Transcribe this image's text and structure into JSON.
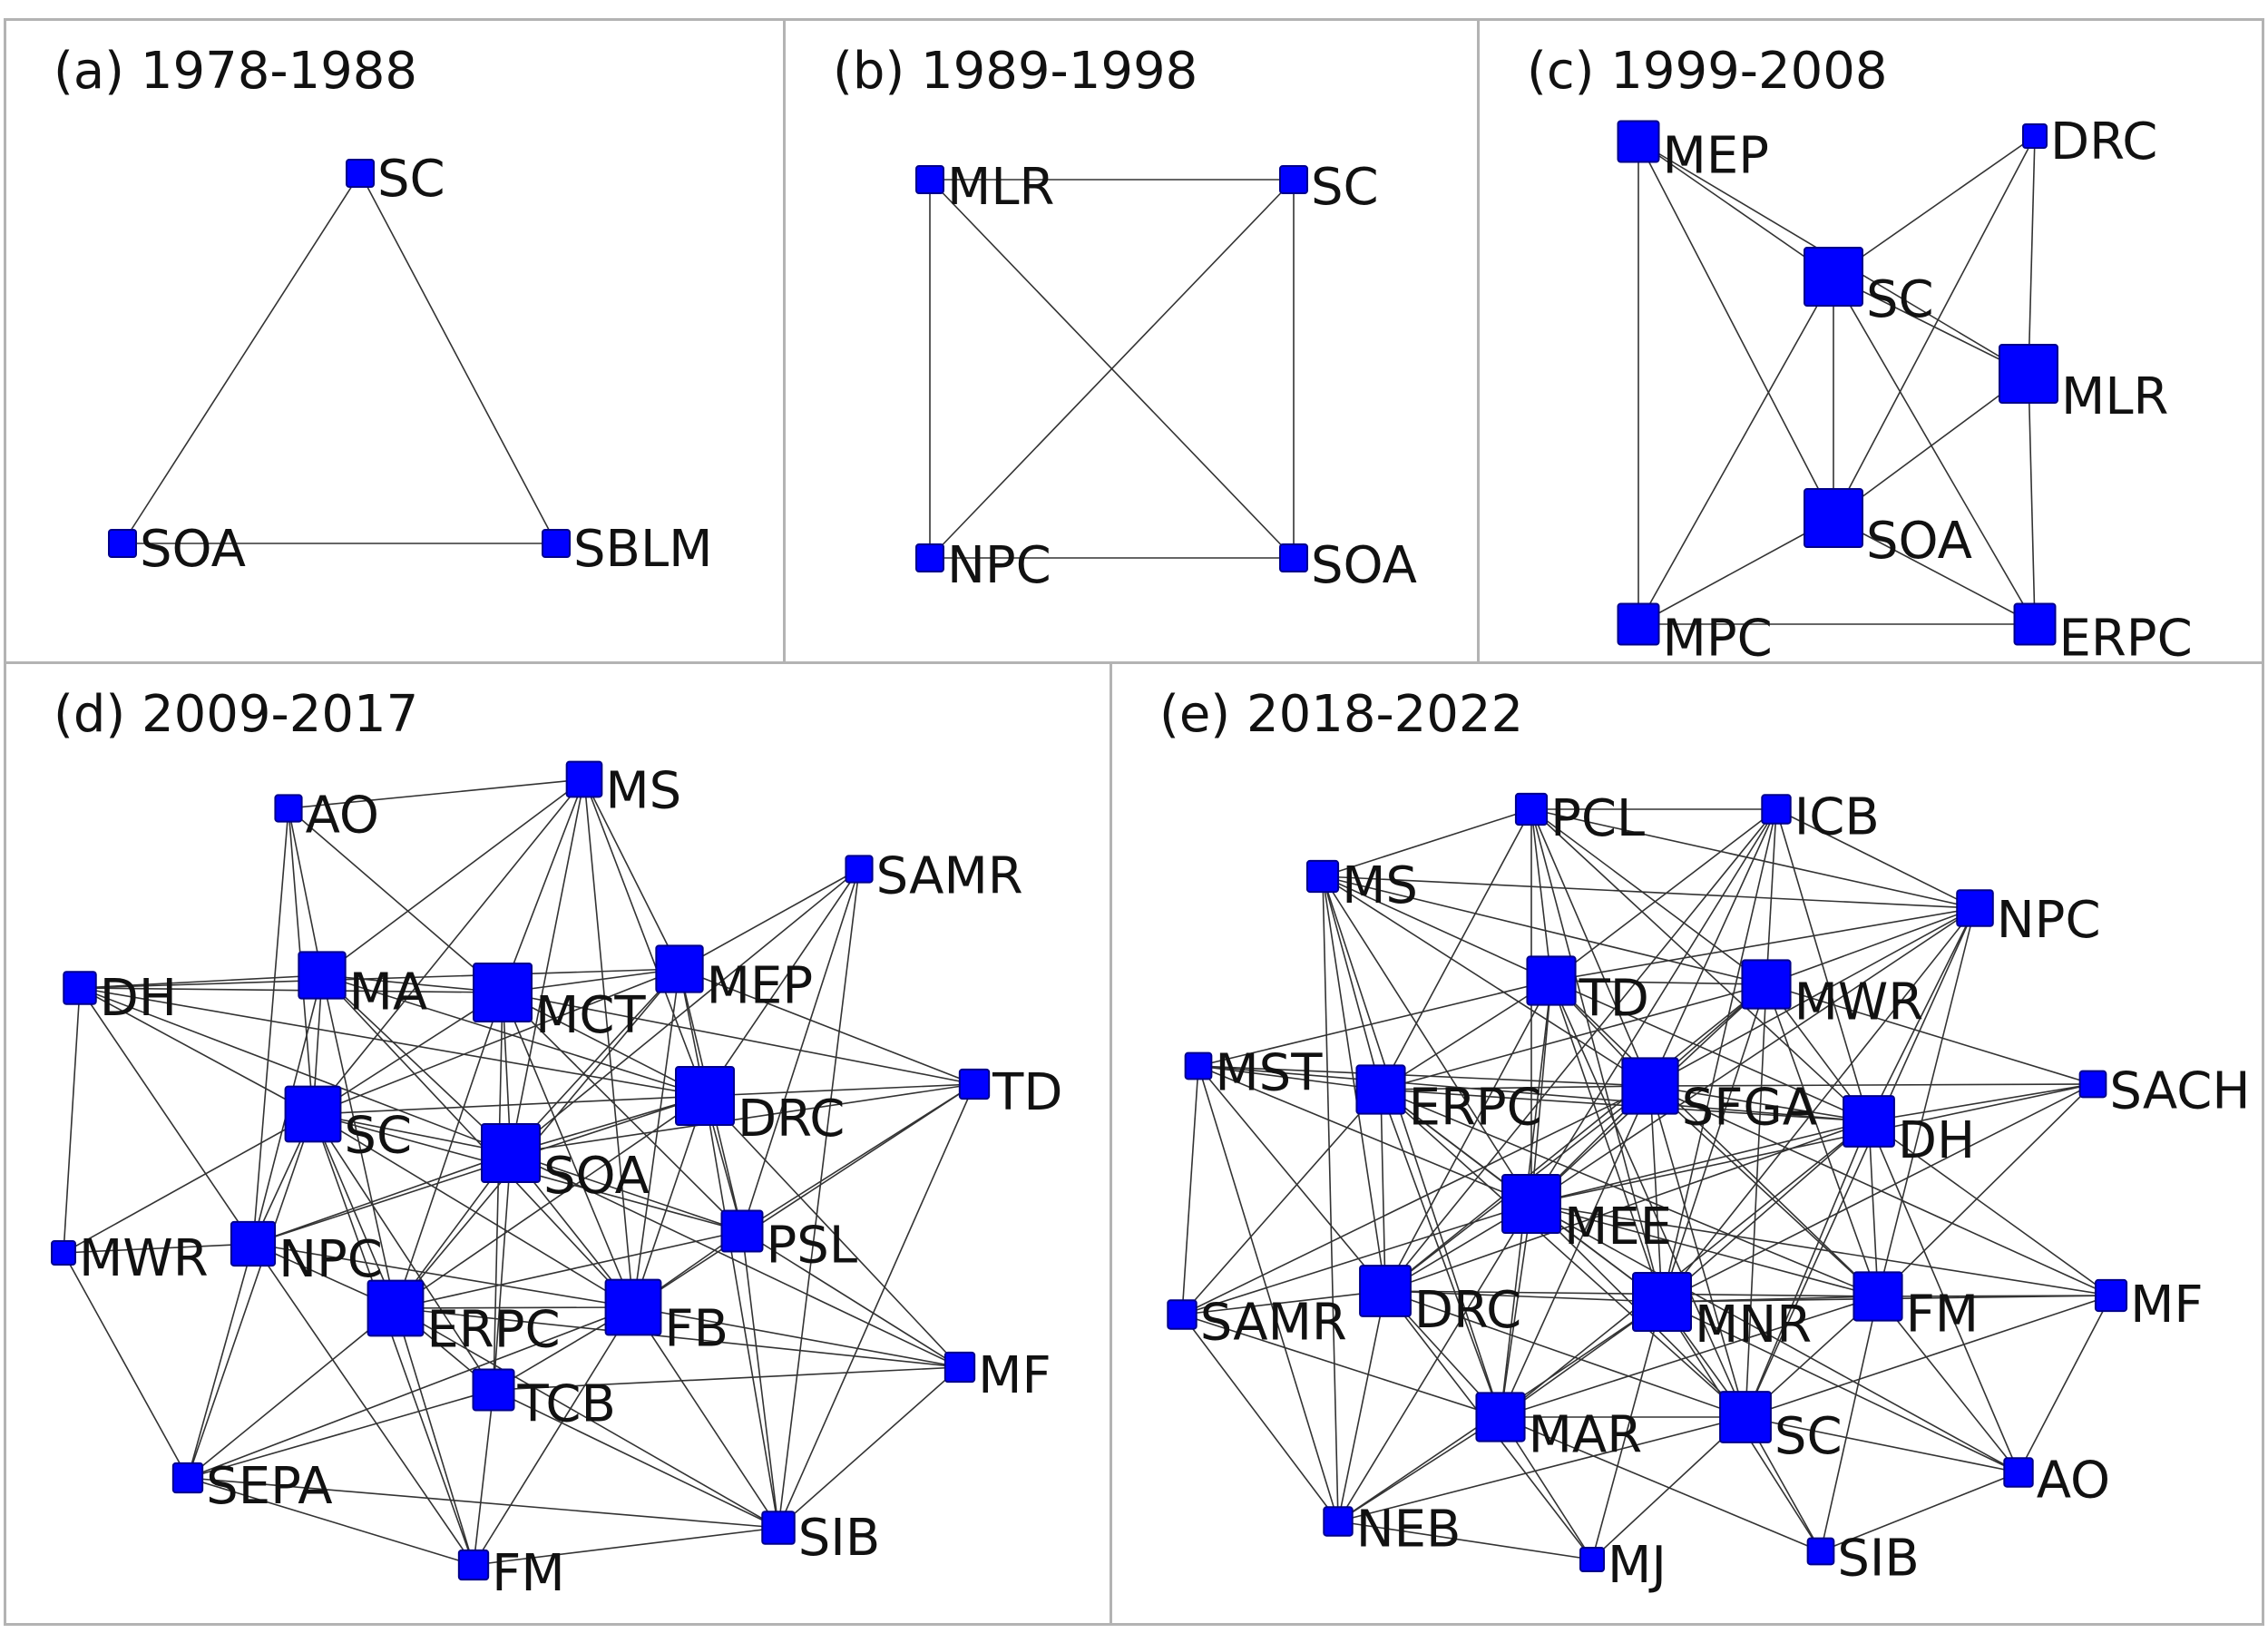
{
  "node_color": "#0000ff",
  "node_border_color": "#00008b",
  "edge_color": "#333333",
  "panels": [
    {
      "id": "a",
      "title": "(a) 1978-1988",
      "nodes": [
        {
          "label": "SC",
          "degree": 2
        },
        {
          "label": "SOA",
          "degree": 2
        },
        {
          "label": "SBLM",
          "degree": 2
        }
      ],
      "edges": [
        [
          "SC",
          "SOA"
        ],
        [
          "SC",
          "SBLM"
        ],
        [
          "SOA",
          "SBLM"
        ]
      ]
    },
    {
      "id": "b",
      "title": "(b) 1989-1998",
      "nodes": [
        {
          "label": "MLR",
          "degree": 3
        },
        {
          "label": "SC",
          "degree": 3
        },
        {
          "label": "NPC",
          "degree": 3
        },
        {
          "label": "SOA",
          "degree": 3
        }
      ],
      "edges": [
        [
          "MLR",
          "SC"
        ],
        [
          "MLR",
          "NPC"
        ],
        [
          "MLR",
          "SOA"
        ],
        [
          "SC",
          "NPC"
        ],
        [
          "SC",
          "SOA"
        ],
        [
          "NPC",
          "SOA"
        ]
      ]
    },
    {
      "id": "c",
      "title": "(c) 1999-2008",
      "nodes": [
        {
          "label": "MEP",
          "degree": 4
        },
        {
          "label": "DRC",
          "degree": 3
        },
        {
          "label": "SC",
          "degree": 5
        },
        {
          "label": "MLR",
          "degree": 5
        },
        {
          "label": "SOA",
          "degree": 5
        },
        {
          "label": "MPC",
          "degree": 4
        },
        {
          "label": "ERPC",
          "degree": 4
        }
      ],
      "edges": [
        [
          "MEP",
          "SC"
        ],
        [
          "MEP",
          "SOA"
        ],
        [
          "MEP",
          "MPC"
        ],
        [
          "MEP",
          "MLR"
        ],
        [
          "DRC",
          "SC"
        ],
        [
          "DRC",
          "SOA"
        ],
        [
          "DRC",
          "MLR"
        ],
        [
          "SC",
          "MLR"
        ],
        [
          "SC",
          "SOA"
        ],
        [
          "SC",
          "MPC"
        ],
        [
          "SC",
          "ERPC"
        ],
        [
          "MLR",
          "SOA"
        ],
        [
          "MLR",
          "ERPC"
        ],
        [
          "SOA",
          "MPC"
        ],
        [
          "SOA",
          "ERPC"
        ],
        [
          "MPC",
          "ERPC"
        ]
      ]
    },
    {
      "id": "d",
      "title": "(d) 2009-2017",
      "nodes": [
        {
          "label": "AO",
          "degree": 5
        },
        {
          "label": "MS",
          "degree": 8
        },
        {
          "label": "SAMR",
          "degree": 5
        },
        {
          "label": "DH",
          "degree": 7
        },
        {
          "label": "MA",
          "degree": 12
        },
        {
          "label": "MCT",
          "degree": 16
        },
        {
          "label": "MEP",
          "degree": 12
        },
        {
          "label": "TD",
          "degree": 6
        },
        {
          "label": "SC",
          "degree": 15
        },
        {
          "label": "SOA",
          "degree": 16
        },
        {
          "label": "DRC",
          "degree": 16
        },
        {
          "label": "MWR",
          "degree": 4
        },
        {
          "label": "NPC",
          "degree": 11
        },
        {
          "label": "PSL",
          "degree": 10
        },
        {
          "label": "ERPC",
          "degree": 15
        },
        {
          "label": "FB",
          "degree": 15
        },
        {
          "label": "MF",
          "degree": 6
        },
        {
          "label": "TCB",
          "degree": 10
        },
        {
          "label": "SEPA",
          "degree": 6
        },
        {
          "label": "SIB",
          "degree": 7
        },
        {
          "label": "FM",
          "degree": 6
        }
      ],
      "edges": [
        [
          "AO",
          "MA"
        ],
        [
          "AO",
          "SC"
        ],
        [
          "AO",
          "MCT"
        ],
        [
          "AO",
          "NPC"
        ],
        [
          "AO",
          "MS"
        ],
        [
          "MS",
          "MA"
        ],
        [
          "MS",
          "MCT"
        ],
        [
          "MS",
          "MEP"
        ],
        [
          "MS",
          "SOA"
        ],
        [
          "MS",
          "DRC"
        ],
        [
          "MS",
          "SC"
        ],
        [
          "MS",
          "FB"
        ],
        [
          "SAMR",
          "MEP"
        ],
        [
          "SAMR",
          "DRC"
        ],
        [
          "SAMR",
          "PSL"
        ],
        [
          "SAMR",
          "SOA"
        ],
        [
          "SAMR",
          "SIB"
        ],
        [
          "DH",
          "MA"
        ],
        [
          "DH",
          "MCT"
        ],
        [
          "DH",
          "SC"
        ],
        [
          "DH",
          "NPC"
        ],
        [
          "DH",
          "SOA"
        ],
        [
          "DH",
          "DRC"
        ],
        [
          "DH",
          "MEP"
        ],
        [
          "MA",
          "MCT"
        ],
        [
          "MA",
          "SC"
        ],
        [
          "MA",
          "SOA"
        ],
        [
          "MA",
          "DRC"
        ],
        [
          "MA",
          "ERPC"
        ],
        [
          "MA",
          "NPC"
        ],
        [
          "MA",
          "FB"
        ],
        [
          "MCT",
          "MEP"
        ],
        [
          "MCT",
          "SC"
        ],
        [
          "MCT",
          "SOA"
        ],
        [
          "MCT",
          "DRC"
        ],
        [
          "MCT",
          "ERPC"
        ],
        [
          "MCT",
          "FB"
        ],
        [
          "MCT",
          "TCB"
        ],
        [
          "MCT",
          "PSL"
        ],
        [
          "MCT",
          "TD"
        ],
        [
          "MEP",
          "SC"
        ],
        [
          "MEP",
          "SOA"
        ],
        [
          "MEP",
          "DRC"
        ],
        [
          "MEP",
          "ERPC"
        ],
        [
          "MEP",
          "FB"
        ],
        [
          "MEP",
          "PSL"
        ],
        [
          "MEP",
          "TD"
        ],
        [
          "TD",
          "DRC"
        ],
        [
          "TD",
          "SOA"
        ],
        [
          "TD",
          "FB"
        ],
        [
          "TD",
          "PSL"
        ],
        [
          "TD",
          "SIB"
        ],
        [
          "SC",
          "SOA"
        ],
        [
          "SC",
          "DRC"
        ],
        [
          "SC",
          "NPC"
        ],
        [
          "SC",
          "ERPC"
        ],
        [
          "SC",
          "FB"
        ],
        [
          "SC",
          "TCB"
        ],
        [
          "SC",
          "SEPA"
        ],
        [
          "SC",
          "FM"
        ],
        [
          "SC",
          "PSL"
        ],
        [
          "SOA",
          "DRC"
        ],
        [
          "SOA",
          "ERPC"
        ],
        [
          "SOA",
          "FB"
        ],
        [
          "SOA",
          "TCB"
        ],
        [
          "SOA",
          "PSL"
        ],
        [
          "SOA",
          "MF"
        ],
        [
          "SOA",
          "NPC"
        ],
        [
          "DRC",
          "ERPC"
        ],
        [
          "DRC",
          "FB"
        ],
        [
          "DRC",
          "PSL"
        ],
        [
          "DRC",
          "MF"
        ],
        [
          "DRC",
          "SIB"
        ],
        [
          "DRC",
          "NPC"
        ],
        [
          "MWR",
          "DH"
        ],
        [
          "MWR",
          "SC"
        ],
        [
          "MWR",
          "SEPA"
        ],
        [
          "MWR",
          "NPC"
        ],
        [
          "NPC",
          "ERPC"
        ],
        [
          "NPC",
          "FB"
        ],
        [
          "NPC",
          "SEPA"
        ],
        [
          "NPC",
          "FM"
        ],
        [
          "PSL",
          "FB"
        ],
        [
          "PSL",
          "MF"
        ],
        [
          "PSL",
          "SIB"
        ],
        [
          "PSL",
          "ERPC"
        ],
        [
          "ERPC",
          "FB"
        ],
        [
          "ERPC",
          "TCB"
        ],
        [
          "ERPC",
          "SEPA"
        ],
        [
          "ERPC",
          "FM"
        ],
        [
          "ERPC",
          "SIB"
        ],
        [
          "ERPC",
          "MF"
        ],
        [
          "FB",
          "TCB"
        ],
        [
          "FB",
          "MF"
        ],
        [
          "FB",
          "SIB"
        ],
        [
          "FB",
          "FM"
        ],
        [
          "FB",
          "SEPA"
        ],
        [
          "TCB",
          "FM"
        ],
        [
          "TCB",
          "SIB"
        ],
        [
          "TCB",
          "SEPA"
        ],
        [
          "TCB",
          "MF"
        ],
        [
          "SEPA",
          "FM"
        ],
        [
          "SEPA",
          "SIB"
        ],
        [
          "SIB",
          "FM"
        ],
        [
          "SIB",
          "MF"
        ]
      ]
    },
    {
      "id": "e",
      "title": "(e) 2018-2022",
      "nodes": [
        {
          "label": "PCL",
          "degree": 10
        },
        {
          "label": "ICB",
          "degree": 9
        },
        {
          "label": "MS",
          "degree": 10
        },
        {
          "label": "NPC",
          "degree": 12
        },
        {
          "label": "TD",
          "degree": 17
        },
        {
          "label": "MWR",
          "degree": 17
        },
        {
          "label": "MST",
          "degree": 8
        },
        {
          "label": "ERPC",
          "degree": 17
        },
        {
          "label": "SFGA",
          "degree": 20
        },
        {
          "label": "DH",
          "degree": 18
        },
        {
          "label": "SACH",
          "degree": 8
        },
        {
          "label": "MEE",
          "degree": 21
        },
        {
          "label": "SAMR",
          "degree": 9
        },
        {
          "label": "DRC",
          "degree": 18
        },
        {
          "label": "MNR",
          "degree": 21
        },
        {
          "label": "FM",
          "degree": 17
        },
        {
          "label": "MF",
          "degree": 10
        },
        {
          "label": "MAR",
          "degree": 17
        },
        {
          "label": "SC",
          "degree": 18
        },
        {
          "label": "AO",
          "degree": 9
        },
        {
          "label": "NEB",
          "degree": 9
        },
        {
          "label": "MJ",
          "degree": 7
        },
        {
          "label": "SIB",
          "degree": 8
        }
      ],
      "edges": [
        [
          "PCL",
          "ICB"
        ],
        [
          "PCL",
          "MS"
        ],
        [
          "PCL",
          "TD"
        ],
        [
          "PCL",
          "MWR"
        ],
        [
          "PCL",
          "SFGA"
        ],
        [
          "PCL",
          "MEE"
        ],
        [
          "PCL",
          "NPC"
        ],
        [
          "PCL",
          "ERPC"
        ],
        [
          "PCL",
          "MNR"
        ],
        [
          "PCL",
          "DH"
        ],
        [
          "ICB",
          "TD"
        ],
        [
          "ICB",
          "MWR"
        ],
        [
          "ICB",
          "SFGA"
        ],
        [
          "ICB",
          "MEE"
        ],
        [
          "ICB",
          "MNR"
        ],
        [
          "ICB",
          "NPC"
        ],
        [
          "ICB",
          "DH"
        ],
        [
          "ICB",
          "DRC"
        ],
        [
          "MS",
          "TD"
        ],
        [
          "MS",
          "ERPC"
        ],
        [
          "MS",
          "SFGA"
        ],
        [
          "MS",
          "MEE"
        ],
        [
          "MS",
          "NPC"
        ],
        [
          "MS",
          "MAR"
        ],
        [
          "MS",
          "NEB"
        ],
        [
          "MS",
          "DRC"
        ],
        [
          "MS",
          "MWR"
        ],
        [
          "NPC",
          "MWR"
        ],
        [
          "NPC",
          "SFGA"
        ],
        [
          "NPC",
          "DH"
        ],
        [
          "NPC",
          "MEE"
        ],
        [
          "NPC",
          "MNR"
        ],
        [
          "NPC",
          "FM"
        ],
        [
          "NPC",
          "SC"
        ],
        [
          "NPC",
          "TD"
        ],
        [
          "TD",
          "MWR"
        ],
        [
          "TD",
          "ERPC"
        ],
        [
          "TD",
          "SFGA"
        ],
        [
          "TD",
          "MEE"
        ],
        [
          "TD",
          "DRC"
        ],
        [
          "TD",
          "MNR"
        ],
        [
          "TD",
          "DH"
        ],
        [
          "TD",
          "FM"
        ],
        [
          "TD",
          "MAR"
        ],
        [
          "TD",
          "SC"
        ],
        [
          "TD",
          "MST"
        ],
        [
          "MWR",
          "SFGA"
        ],
        [
          "MWR",
          "DH"
        ],
        [
          "MWR",
          "MEE"
        ],
        [
          "MWR",
          "MNR"
        ],
        [
          "MWR",
          "FM"
        ],
        [
          "MWR",
          "SC"
        ],
        [
          "MWR",
          "DRC"
        ],
        [
          "MWR",
          "ERPC"
        ],
        [
          "MWR",
          "SACH"
        ],
        [
          "MST",
          "ERPC"
        ],
        [
          "MST",
          "SFGA"
        ],
        [
          "MST",
          "MEE"
        ],
        [
          "MST",
          "SAMR"
        ],
        [
          "MST",
          "DRC"
        ],
        [
          "MST",
          "NEB"
        ],
        [
          "MST",
          "DH"
        ],
        [
          "ERPC",
          "SFGA"
        ],
        [
          "ERPC",
          "MEE"
        ],
        [
          "ERPC",
          "DRC"
        ],
        [
          "ERPC",
          "MNR"
        ],
        [
          "ERPC",
          "DH"
        ],
        [
          "ERPC",
          "MAR"
        ],
        [
          "ERPC",
          "SC"
        ],
        [
          "ERPC",
          "FM"
        ],
        [
          "ERPC",
          "SAMR"
        ],
        [
          "SFGA",
          "DH"
        ],
        [
          "SFGA",
          "MEE"
        ],
        [
          "SFGA",
          "DRC"
        ],
        [
          "SFGA",
          "MNR"
        ],
        [
          "SFGA",
          "FM"
        ],
        [
          "SFGA",
          "MAR"
        ],
        [
          "SFGA",
          "SC"
        ],
        [
          "SFGA",
          "SACH"
        ],
        [
          "SFGA",
          "MF"
        ],
        [
          "SFGA",
          "SAMR"
        ],
        [
          "DH",
          "MEE"
        ],
        [
          "DH",
          "DRC"
        ],
        [
          "DH",
          "MNR"
        ],
        [
          "DH",
          "FM"
        ],
        [
          "DH",
          "MAR"
        ],
        [
          "DH",
          "SC"
        ],
        [
          "DH",
          "SACH"
        ],
        [
          "DH",
          "MF"
        ],
        [
          "DH",
          "AO"
        ],
        [
          "SACH",
          "MNR"
        ],
        [
          "SACH",
          "FM"
        ],
        [
          "SACH",
          "MEE"
        ],
        [
          "MEE",
          "DRC"
        ],
        [
          "MEE",
          "MNR"
        ],
        [
          "MEE",
          "FM"
        ],
        [
          "MEE",
          "MAR"
        ],
        [
          "MEE",
          "SC"
        ],
        [
          "MEE",
          "SAMR"
        ],
        [
          "MEE",
          "MF"
        ],
        [
          "MEE",
          "NEB"
        ],
        [
          "MEE",
          "AO"
        ],
        [
          "SAMR",
          "DRC"
        ],
        [
          "SAMR",
          "MAR"
        ],
        [
          "SAMR",
          "NEB"
        ],
        [
          "DRC",
          "MNR"
        ],
        [
          "DRC",
          "MAR"
        ],
        [
          "DRC",
          "SC"
        ],
        [
          "DRC",
          "FM"
        ],
        [
          "DRC",
          "NEB"
        ],
        [
          "DRC",
          "MJ"
        ],
        [
          "MNR",
          "FM"
        ],
        [
          "MNR",
          "MAR"
        ],
        [
          "MNR",
          "SC"
        ],
        [
          "MNR",
          "MF"
        ],
        [
          "MNR",
          "AO"
        ],
        [
          "MNR",
          "SIB"
        ],
        [
          "MNR",
          "MJ"
        ],
        [
          "MNR",
          "NEB"
        ],
        [
          "FM",
          "MF"
        ],
        [
          "FM",
          "SC"
        ],
        [
          "FM",
          "AO"
        ],
        [
          "FM",
          "MAR"
        ],
        [
          "FM",
          "SIB"
        ],
        [
          "MF",
          "SC"
        ],
        [
          "MF",
          "AO"
        ],
        [
          "MAR",
          "SC"
        ],
        [
          "MAR",
          "NEB"
        ],
        [
          "MAR",
          "MJ"
        ],
        [
          "MAR",
          "SIB"
        ],
        [
          "SC",
          "AO"
        ],
        [
          "SC",
          "SIB"
        ],
        [
          "SC",
          "MJ"
        ],
        [
          "SC",
          "NEB"
        ],
        [
          "AO",
          "SIB"
        ],
        [
          "NEB",
          "MJ"
        ]
      ]
    }
  ]
}
